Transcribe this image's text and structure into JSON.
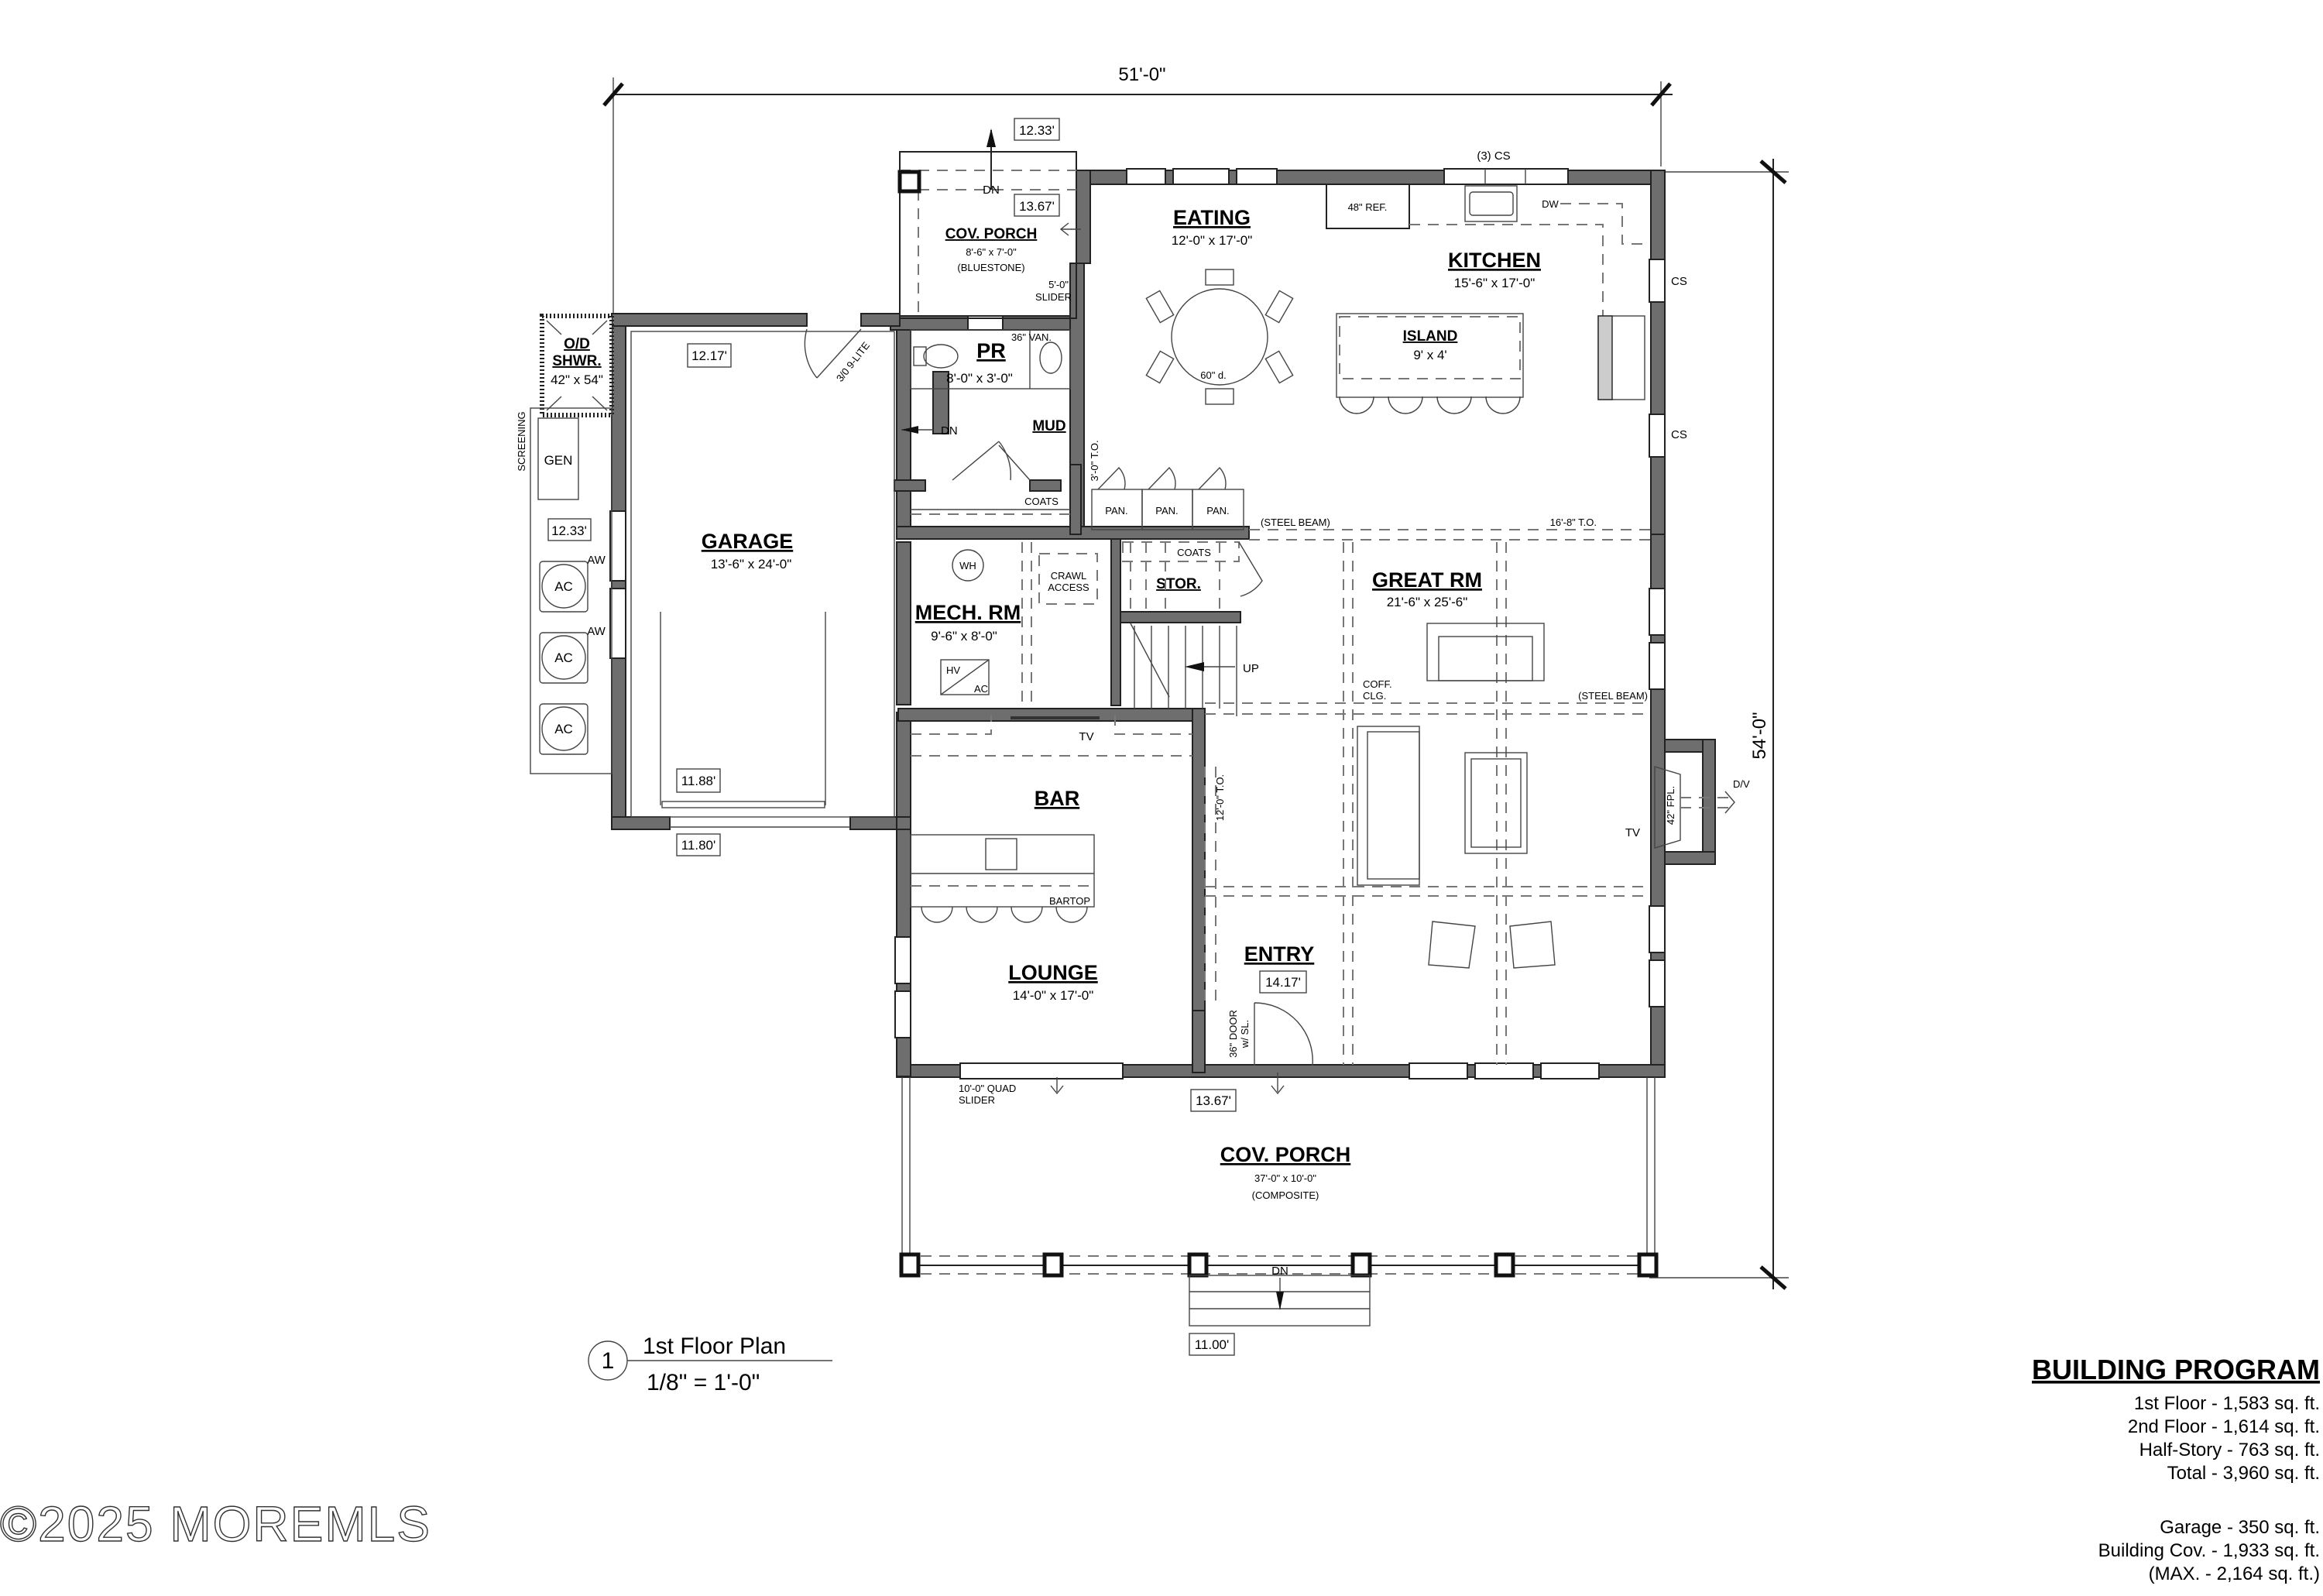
{
  "plan": {
    "overall_width": "51'-0\"",
    "overall_depth": "54'-0\"",
    "title": "1st Floor Plan",
    "scale": "1/8\" = 1'-0\"",
    "view_number": "1"
  },
  "rooms": {
    "cov_porch_rear": {
      "name": "COV. PORCH",
      "size": "8'-6\" x 7'-0\"",
      "material": "(BLUESTONE)"
    },
    "eating": {
      "name": "EATING",
      "size": "12'-0\" x 17'-0\"",
      "table": "60\" d."
    },
    "kitchen": {
      "name": "KITCHEN",
      "size": "15'-6\" x 17'-0\""
    },
    "island": {
      "name": "ISLAND",
      "size": "9' x 4'"
    },
    "pr": {
      "name": "PR",
      "size": "8'-0\" x 3'-0\"",
      "vanity": "36\" VAN."
    },
    "mud": {
      "name": "MUD"
    },
    "garage": {
      "name": "GARAGE",
      "size": "13'-6\" x 24'-0\""
    },
    "od_shower": {
      "name_l1": "O/D",
      "name_l2": "SHWR.",
      "size": "42\" x 54\""
    },
    "mech": {
      "name": "MECH. RM",
      "size": "9'-6\" x 8'-0\""
    },
    "stor": {
      "name": "STOR."
    },
    "great_rm": {
      "name": "GREAT RM",
      "size": "21'-6\" x 25'-6\""
    },
    "bar": {
      "name": "BAR"
    },
    "lounge": {
      "name": "LOUNGE",
      "size": "14'-0\" x 17'-0\""
    },
    "entry": {
      "name": "ENTRY"
    },
    "cov_porch_front": {
      "name": "COV. PORCH",
      "size": "37'-0\" x 10'-0\"",
      "material": "(COMPOSITE)"
    }
  },
  "elevations": {
    "rear_porch_top": "12.33'",
    "rear_porch": "13.67'",
    "garage_top": "12.17'",
    "equipment_pad": "12.33'",
    "garage_floor": "11.88'",
    "garage_apron": "11.80'",
    "entry": "14.17'",
    "front_porch": "13.67'",
    "front_steps": "11.00'"
  },
  "notes": {
    "dn_rear": "DN",
    "slider_rear_l1": "5'-0\"",
    "slider_rear_l2": "SLIDER",
    "three_cs": "(3) CS",
    "ref": "48\" REF.",
    "dw": "DW",
    "cs_right_1": "CS",
    "cs_right_2": "CS",
    "garage_door": "3/0 9-LITE",
    "screening": "SCREENING",
    "gen": "GEN",
    "aw_1": "AW",
    "aw_2": "AW",
    "ac_1": "AC",
    "ac_2": "AC",
    "ac_3": "AC",
    "dn_mud": "DN",
    "mud_to": "3'-0\" T.O.",
    "coats_mud": "COATS",
    "pan_1": "PAN.",
    "pan_2": "PAN.",
    "pan_3": "PAN.",
    "steel_beam_1": "(STEEL BEAM)",
    "steel_beam_2": "(STEEL BEAM)",
    "to_16_8": "16'-8\" T.O.",
    "coats_stor": "COATS",
    "wh": "WH",
    "crawl_l1": "CRAWL",
    "crawl_l2": "ACCESS",
    "hv": "HV",
    "ac_mech": "AC",
    "up": "UP",
    "coff_l1": "COFF.",
    "coff_l2": "CLG.",
    "tv_bar": "TV",
    "tv_great": "TV",
    "fpl": "42\" FPL.",
    "dv": "D/V",
    "bartop": "BARTOP",
    "to_12_0": "12'-0\" T.O.",
    "door_36_l1": "36\" DOOR",
    "door_36_l2": "w/ SL.",
    "quad_l1": "10'-0\" QUAD",
    "quad_l2": "SLIDER",
    "dn_front": "DN"
  },
  "building_program": {
    "title": "BUILDING PROGRAM",
    "lines": [
      "1st Floor - 1,583 sq. ft.",
      "2nd Floor - 1,614 sq. ft.",
      "Half-Story - 763 sq. ft.",
      "Total - 3,960 sq. ft.",
      "",
      "Garage - 350 sq. ft.",
      "Building Cov. - 1,933 sq. ft.",
      "(MAX. - 2,164 sq. ft.)"
    ]
  },
  "watermark": "©2025 MOREMLS",
  "colors": {
    "wall": "#6e6e6e",
    "line": "#222222",
    "background": "#ffffff"
  }
}
